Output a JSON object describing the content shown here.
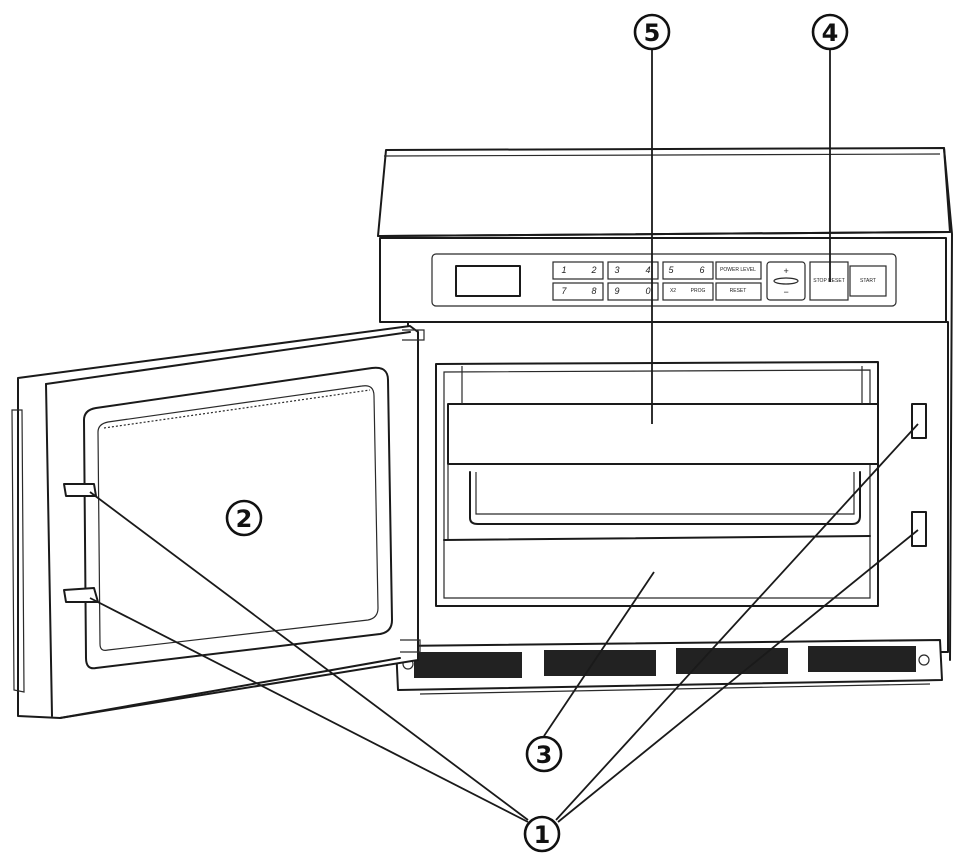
{
  "callouts": [
    {
      "id": "1",
      "label": "1"
    },
    {
      "id": "2",
      "label": "2"
    },
    {
      "id": "3",
      "label": "3"
    },
    {
      "id": "4",
      "label": "4"
    },
    {
      "id": "5",
      "label": "5"
    }
  ],
  "keypad": {
    "keys": [
      "1",
      "2",
      "3",
      "4",
      "5",
      "6",
      "7",
      "8",
      "9",
      "0"
    ],
    "x2_label": "X2",
    "prog_label": "PROG",
    "power_level_label": "POWER LEVEL",
    "rest_label": "RESET",
    "plus_label": "+",
    "minus_label": "−",
    "stop_reset_label": "STOP RESET",
    "start_label": "START"
  }
}
